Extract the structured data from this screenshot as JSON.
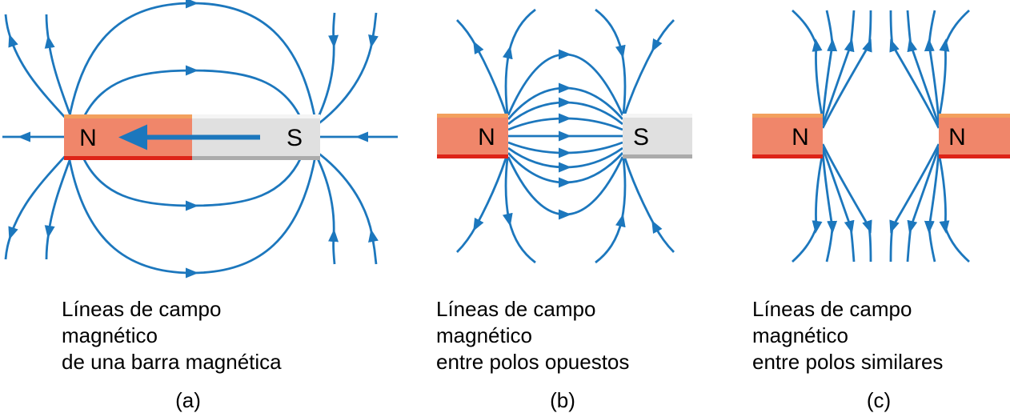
{
  "figure": {
    "panels": [
      {
        "tag": "(a)",
        "caption_line1": "Líneas de campo magnético",
        "caption_line2": "de una barra magnética",
        "poles": {
          "left": "N",
          "right": "S"
        }
      },
      {
        "tag": "(b)",
        "caption_line1": "Líneas de campo magnético",
        "caption_line2": "entre polos opuestos",
        "poles": {
          "left": "N",
          "right": "S"
        }
      },
      {
        "tag": "(c)",
        "caption_line1": "Líneas de campo magnético",
        "caption_line2": "entre polos similares",
        "poles": {
          "left": "N",
          "right": "N"
        }
      }
    ],
    "colors": {
      "field_line_blue": "#1C77BD",
      "north_pole_fill": "#F0866A",
      "north_pole_highlight": "#F3A05E",
      "north_pole_base": "#DD2418",
      "south_pole_fill": "#E0E0E0",
      "south_pole_highlight": "#F5F5F5",
      "south_pole_base": "#ABABAB",
      "label_text": "#000000"
    }
  }
}
